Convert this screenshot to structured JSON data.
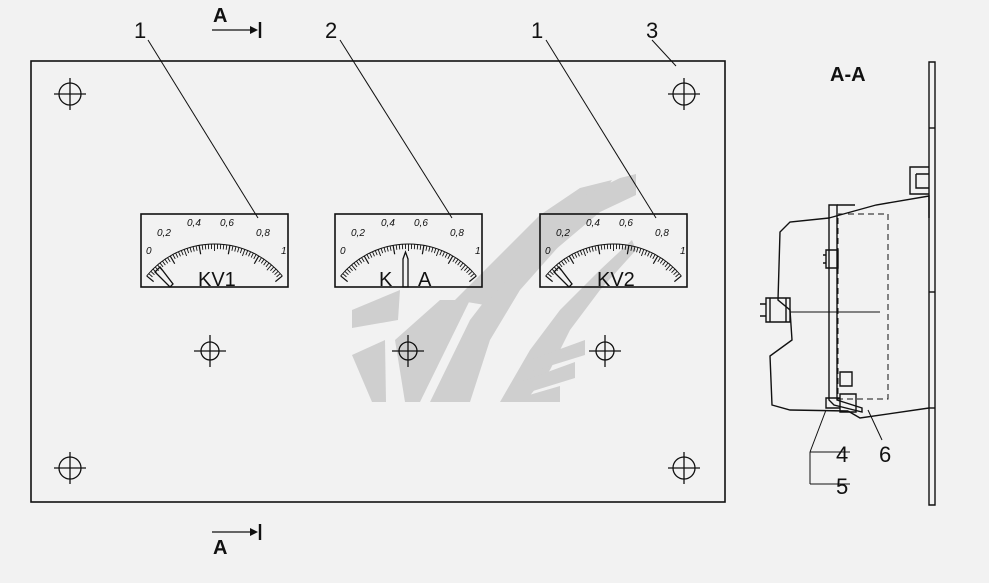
{
  "callouts": {
    "meter_left": "1",
    "meter_center": "2",
    "meter_right": "1",
    "panel": "3",
    "screw": "4",
    "washer": "5",
    "bracket": "6"
  },
  "section": {
    "top_marker": "A",
    "bottom_marker": "A",
    "view_title": "A-A"
  },
  "meters": [
    {
      "id": "KV1",
      "label": "KV1",
      "ticks": [
        "0",
        "0,2",
        "0,4",
        "0,6",
        "0,8",
        "1"
      ]
    },
    {
      "id": "KA",
      "label_left": "K",
      "label_right": "A",
      "ticks": [
        "0",
        "0,2",
        "0,4",
        "0,6",
        "0,8",
        "1"
      ]
    },
    {
      "id": "KV2",
      "label": "KV2",
      "ticks": [
        "0",
        "0,2",
        "0,4",
        "0,6",
        "0,8",
        "1"
      ]
    }
  ],
  "colors": {
    "line": "#111111",
    "background": "#f2f2f2",
    "watermark": "#c8c8c8"
  }
}
